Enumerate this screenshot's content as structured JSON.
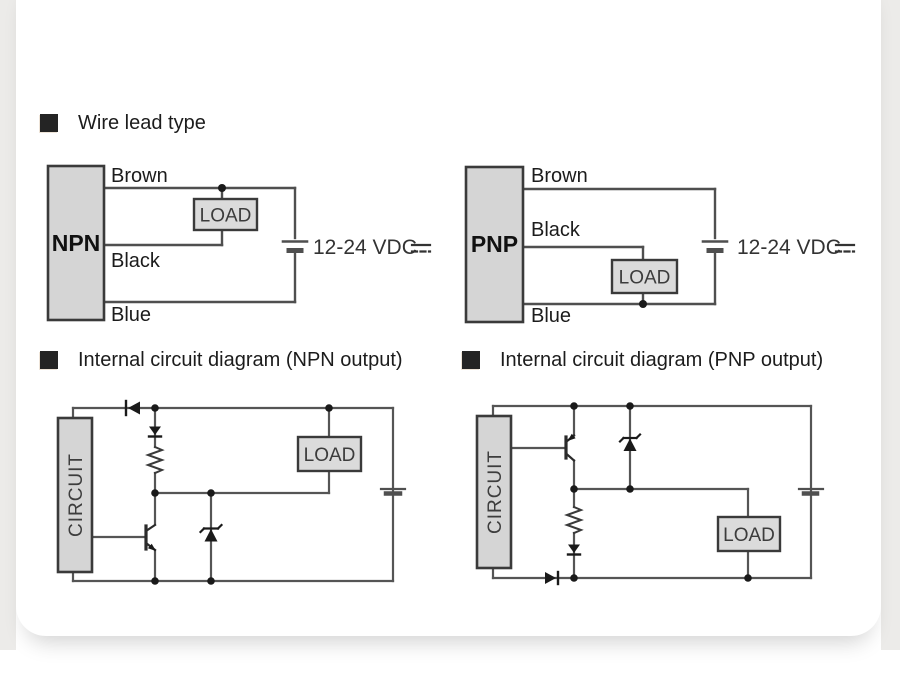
{
  "palette": {
    "line": "#4f4f4f",
    "box_border": "#3a3a3a",
    "device_fill": "#d5d5d5",
    "load_fill": "#dbdbdb",
    "text": "#1c1c1c",
    "side_strip": "#ecebe9"
  },
  "headers": {
    "wire_lead": "Wire lead type",
    "npn_internal": "Internal circuit diagram (NPN output)",
    "pnp_internal": "Internal circuit diagram (PNP output)"
  },
  "npn_wire": {
    "device": "NPN",
    "wire_top": "Brown",
    "wire_middle": "Black",
    "wire_bottom": "Blue",
    "load": "LOAD",
    "supply": "12-24 VDC"
  },
  "pnp_wire": {
    "device": "PNP",
    "wire_top": "Brown",
    "wire_middle": "Black",
    "wire_bottom": "Blue",
    "load": "LOAD",
    "supply": "12-24 VDC"
  },
  "npn_circuit": {
    "block": "CIRCUIT",
    "load": "LOAD"
  },
  "pnp_circuit": {
    "block": "CIRCUIT",
    "load": "LOAD"
  }
}
